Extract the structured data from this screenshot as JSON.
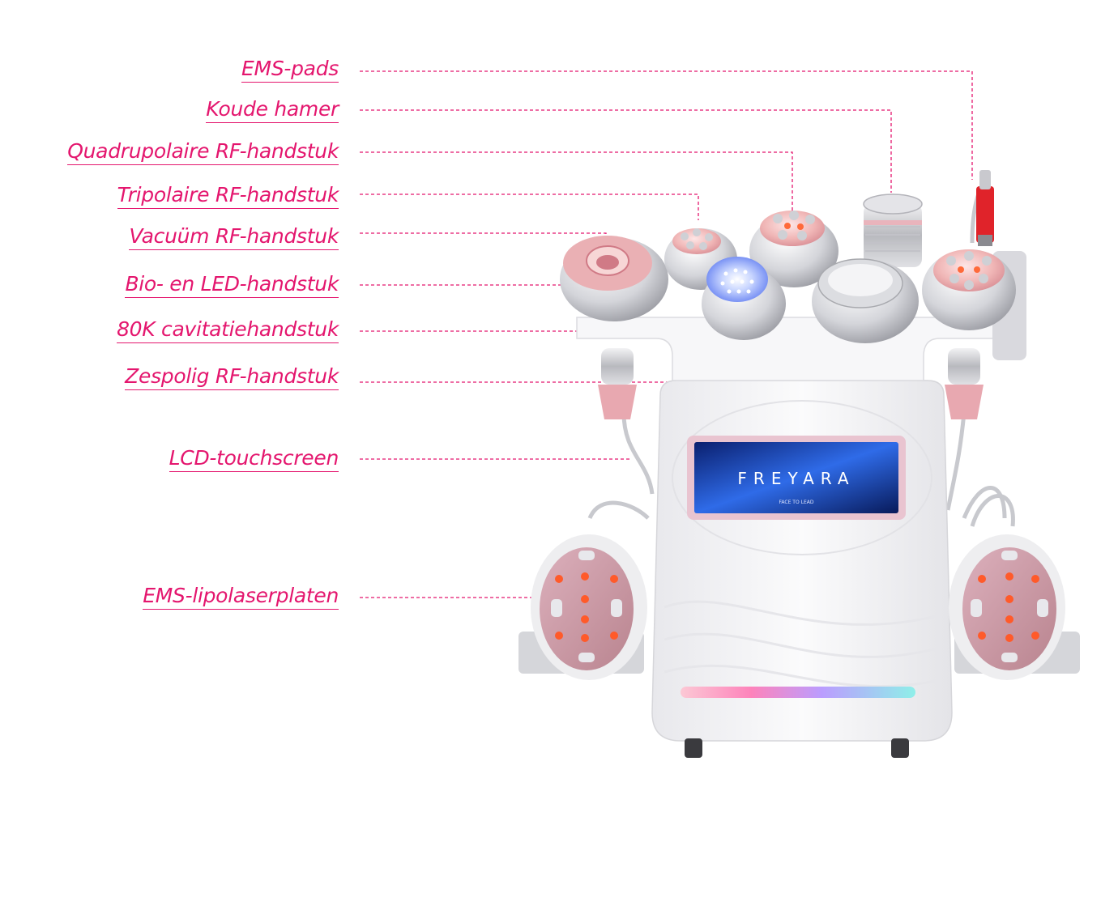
{
  "labels": {
    "ems_pads": "EMS-pads",
    "cold_hammer": "Koude hamer",
    "quadrupolar_rf": "Quadrupolaire RF-handstuk",
    "tripolar_rf": "Tripolaire RF-handstuk",
    "vacuum_rf": "Vacuüm RF-handstuk",
    "bio_led": "Bio- en LED-handstuk",
    "cavitation_80k": "80K cavitatiehandstuk",
    "multipolar_rf": "Zespolig RF-handstuk",
    "lcd_touchscreen": "LCD-touchscreen",
    "ems_lipolaser_plates": "EMS-lipolaserplaten"
  },
  "screen": {
    "brand": "FREYARA",
    "tagline": "FACE TO LEAD"
  },
  "colors": {
    "accent": "#e4166e",
    "device_body": "#f4f4f6",
    "handpiece_pink": "#e8a8b0",
    "led_red": "#ff5a2a",
    "screen_blue": "#1a3fb0"
  }
}
